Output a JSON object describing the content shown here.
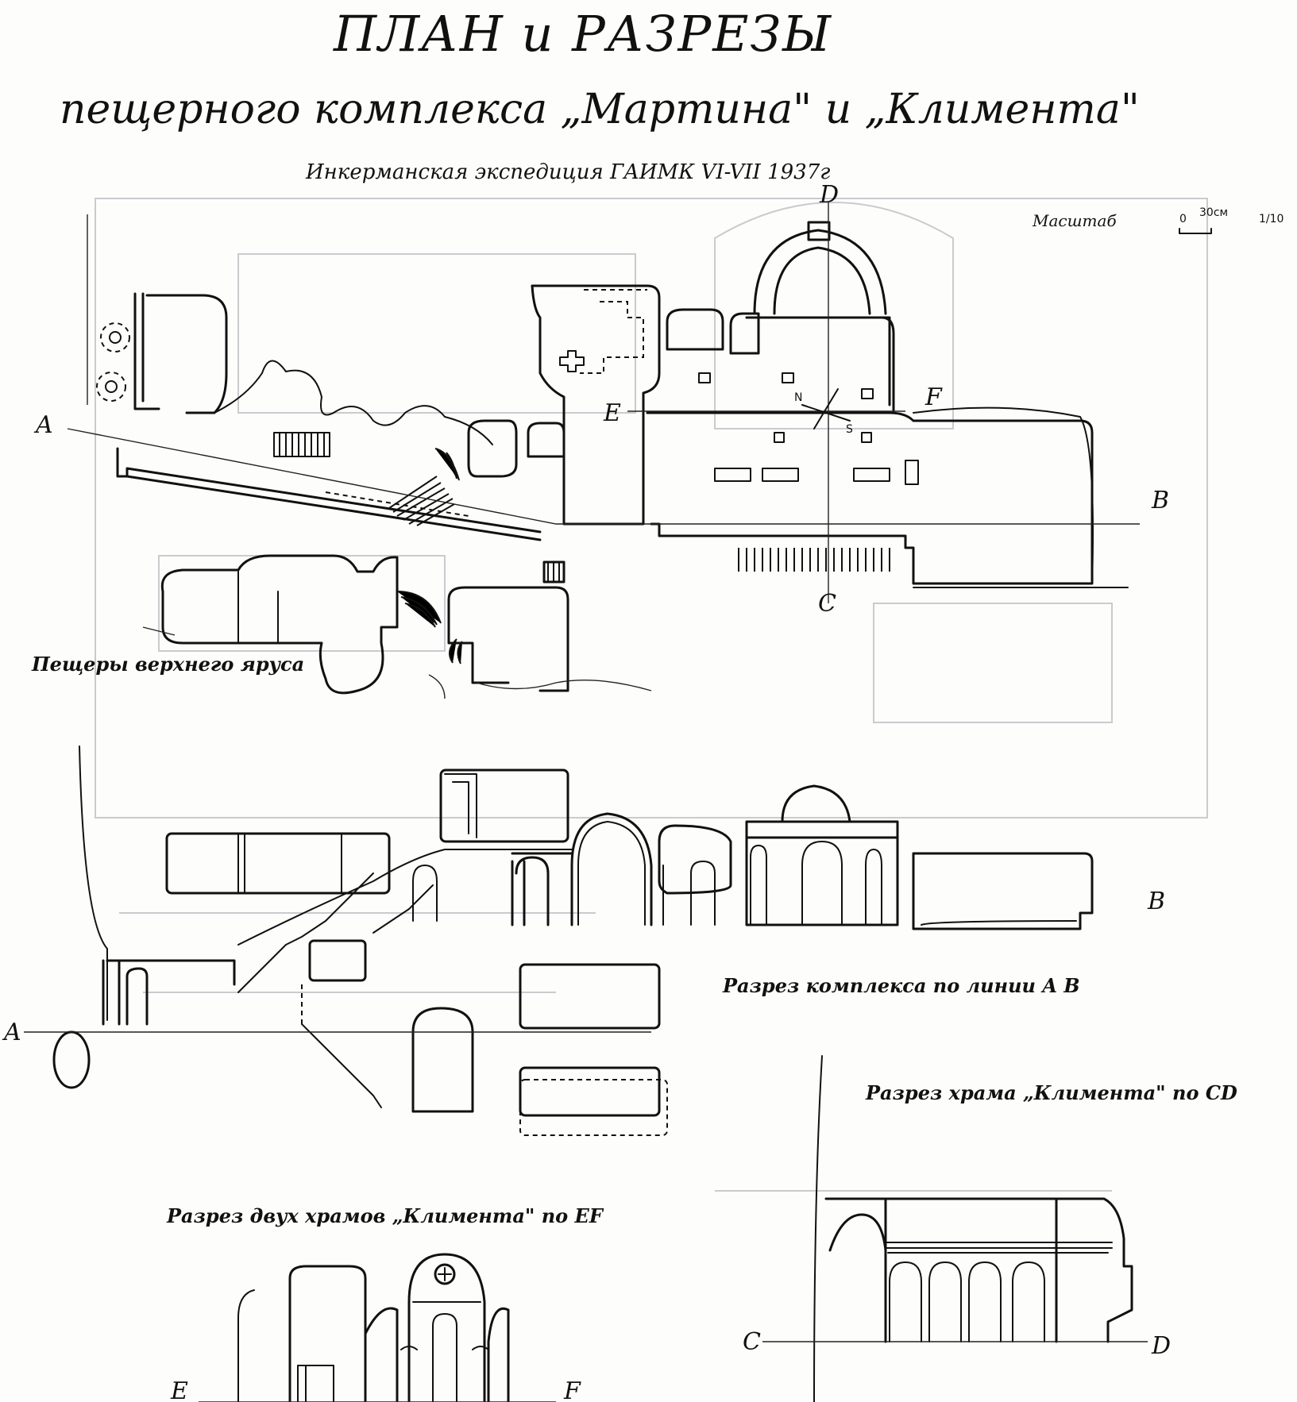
{
  "title": {
    "line1": "ПЛАН и РАЗРЕЗЫ",
    "line2": "пещерного комплекса „Мартина\" и „Климента\"",
    "line3": "Инкерманская экспедиция ГАИМК VI-VII 1937г"
  },
  "scale": {
    "label": "Масштаб",
    "zero": "0",
    "length": "30см",
    "ratio": "1/10"
  },
  "plan": {
    "caption_upper_caves": "Пещеры верхнего яруса",
    "line_labels": {
      "a": "A",
      "b": "B",
      "c": "C",
      "d": "D",
      "e": "E",
      "f": "F"
    },
    "compass": {
      "n": "N",
      "s": "S"
    }
  },
  "section_ab": {
    "caption": "Разрез комплекса по линии A B",
    "label_a": "A",
    "label_b": "B"
  },
  "section_cd": {
    "caption": "Разрез храма „Климента\" по CD",
    "label_c": "C",
    "label_d": "D"
  },
  "section_ef": {
    "caption": "Разрез двух храмов „Климента\" по EF",
    "label_e": "E",
    "label_f": "F"
  }
}
